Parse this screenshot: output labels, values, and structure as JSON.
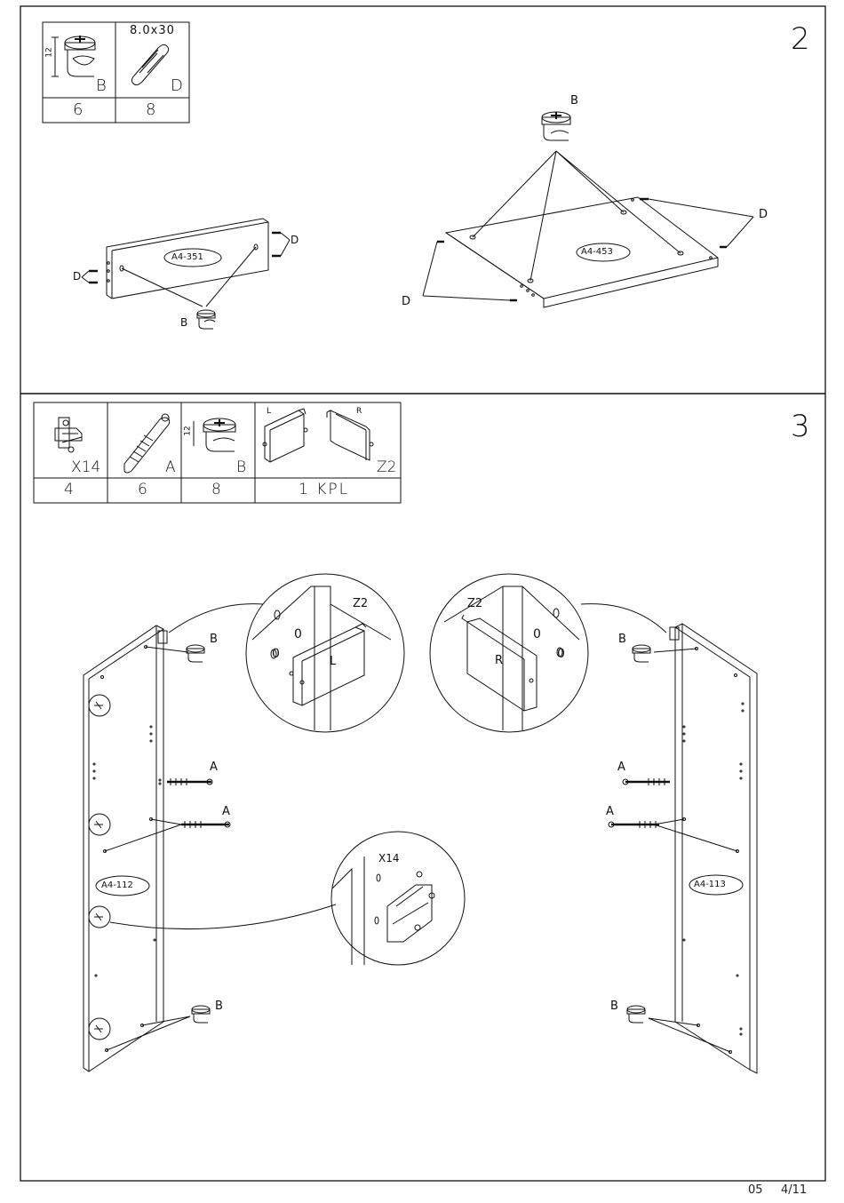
{
  "step2": {
    "number": "2",
    "parts": [
      {
        "letter": "B",
        "qty": "6",
        "dim": "12"
      },
      {
        "letter": "D",
        "qty": "8",
        "size": "8.0x30"
      }
    ],
    "panel_left": {
      "label": "A4-351",
      "callouts": [
        "D",
        "D",
        "B"
      ]
    },
    "panel_right": {
      "label": "A4-453",
      "callouts": [
        "B",
        "D",
        "D"
      ]
    }
  },
  "step3": {
    "number": "3",
    "parts": [
      {
        "letter": "X14",
        "qty": "4"
      },
      {
        "letter": "A",
        "qty": "6"
      },
      {
        "letter": "B",
        "qty": "8",
        "dim": "12"
      },
      {
        "letter": "Z2",
        "qty": "1 KPL",
        "left": "L",
        "right": "R"
      }
    ],
    "side_left": {
      "label": "A4-112"
    },
    "side_right": {
      "label": "A4-113"
    },
    "detail_left": {
      "tag": "Z2",
      "mark": "L",
      "holes": "0"
    },
    "detail_right": {
      "tag": "Z2",
      "mark": "R",
      "holes": "0"
    },
    "detail_center": {
      "tag": "X14"
    },
    "callouts": {
      "a": "A",
      "b": "B"
    }
  },
  "footer": {
    "code": "05",
    "page": "4/11"
  }
}
